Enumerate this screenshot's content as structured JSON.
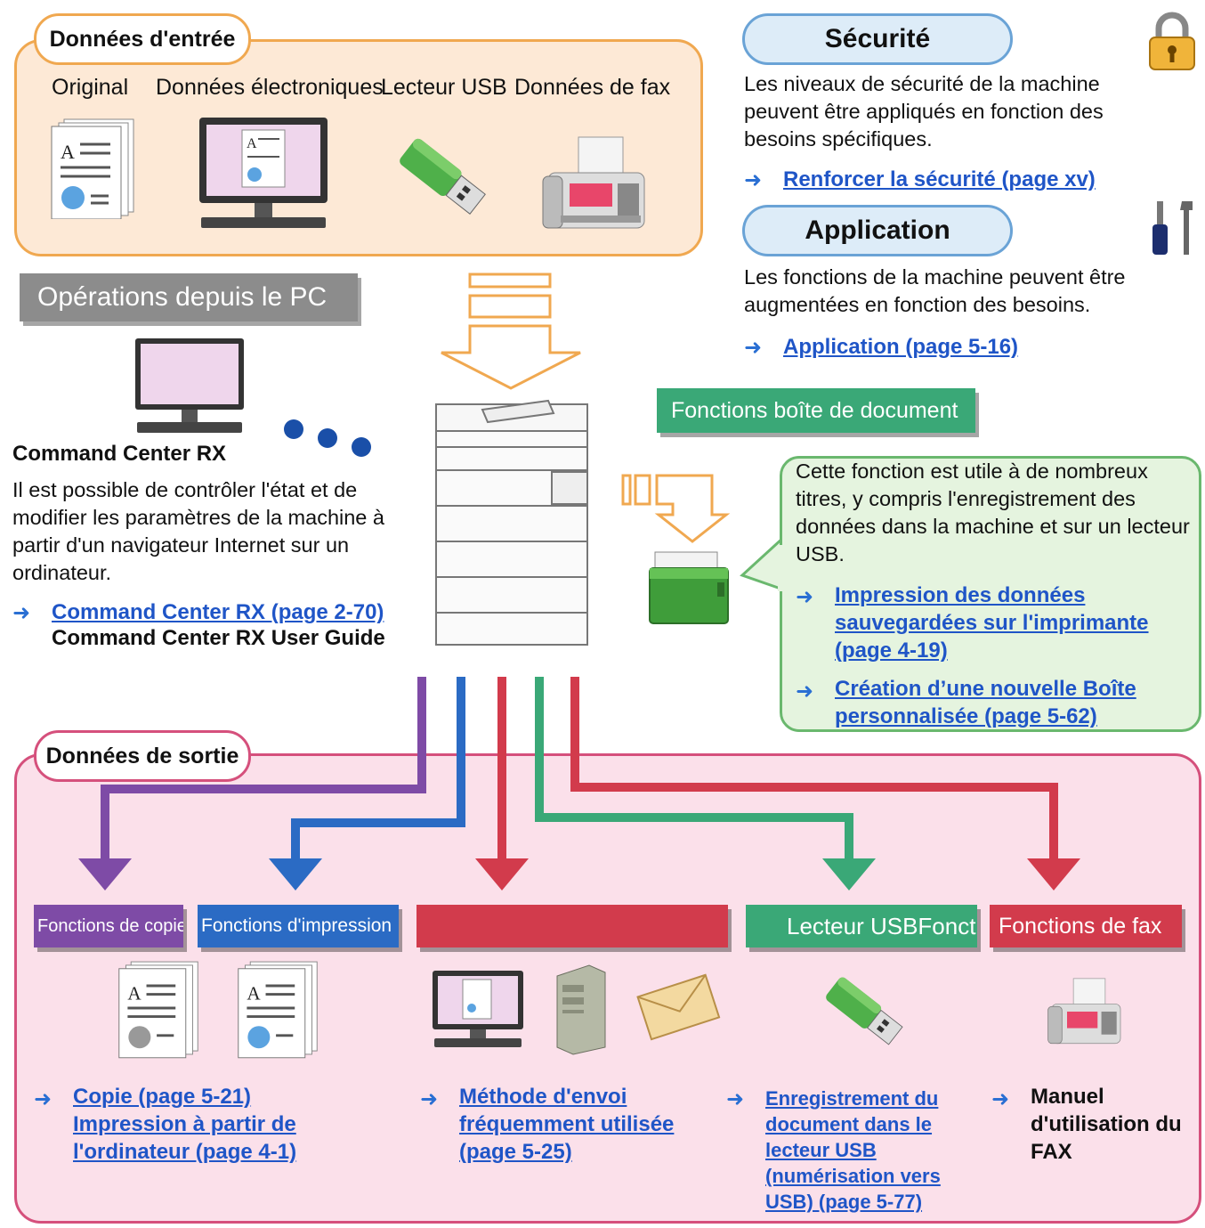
{
  "input": {
    "title": "Données d'entrée",
    "labels": [
      "Original",
      "Données électroniques",
      "Lecteur USB",
      "Données de fax"
    ]
  },
  "pc": {
    "banner": "Opérations depuis le PC",
    "heading": "Command Center RX",
    "text": "Il est possible de contrôler l'état et de modifier les paramètres de la machine à partir d'un navigateur Internet sur un ordinateur.",
    "link": "Command Center RX (page 2-70)",
    "guide": "Command Center RX User Guide"
  },
  "security": {
    "title": "Sécurité",
    "text": "Les niveaux de sécurité de la machine peuvent être appliqués en fonction des besoins spécifiques.",
    "link": "Renforcer la sécurité (page xv)"
  },
  "application": {
    "title": "Application",
    "text": "Les fonctions de la machine peuvent être augmentées en fonction des besoins.",
    "link": "Application (page 5-16)"
  },
  "docbox": {
    "banner": "Fonctions boîte de document",
    "text": "Cette fonction est utile à de nombreux titres, y compris l'enregistrement des données dans la machine et sur un lecteur USB.",
    "link1": "Impression des données sauvegardées sur l'imprimante (page 4-19)",
    "link2": "Création d’une nouvelle Boîte personnalisée (page 5-62)"
  },
  "output": {
    "title": "Données de sortie",
    "banners": {
      "copy": "Fonctions de copie",
      "print": "Fonctions d'impression",
      "send": "",
      "usb": "Lecteur USBFonctions d'envoi",
      "fax": "Fonctions de fax"
    },
    "links": {
      "copy": "Copie (page 5-21)",
      "print": "Impression à partir de l'ordinateur (page 4-1)",
      "send": "Méthode d'envoi fréquemment utilisée (page 5-25)",
      "usb": "Enregistrement du document dans le lecteur USB (numérisation vers USB) (page 5-77)",
      "fax": "Manuel d'utilisation du FAX"
    }
  },
  "colors": {
    "purple": "#7e4ba6",
    "blue": "#2b6bc4",
    "red": "#d23b4c",
    "green": "#3aa877",
    "orange": "#f0a850",
    "link": "#1f55c7"
  }
}
